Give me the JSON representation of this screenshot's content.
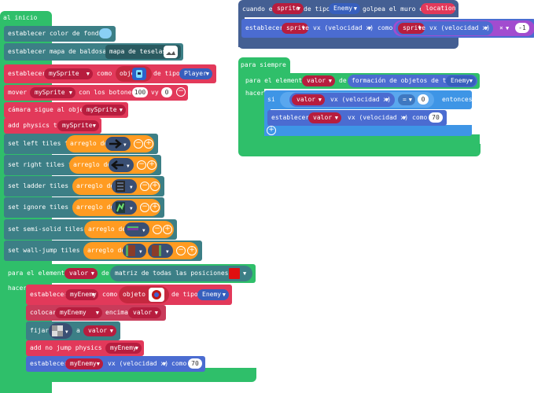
{
  "on_start": {
    "hat_label": "al inicio",
    "set_bg_color": "establecer color de fondo a",
    "set_tilemap": "establecer mapa de baldosas a",
    "tilemap_label": "mapa de teselas",
    "set_sprite": "establecer",
    "sprite_var": "mySprite",
    "como": "como",
    "sprite_label": "objeto",
    "de_tipo": "de tipo",
    "kind_player": "Player",
    "move_label": "mover",
    "move_var": "mySprite",
    "move_buttons": "con los botones vx",
    "vx_value": "100",
    "vy_label": "vy",
    "vy_value": "0",
    "camera_label": "cámara sigue al objeto",
    "camera_var": "mySprite",
    "physics_label": "add physics to",
    "physics_var": "mySprite",
    "left_tiles": "set left tiles to",
    "right_tiles": "set right tiles to",
    "ladder_tiles": "set ladder tiles to",
    "ignore_tiles": "set ignore tiles to",
    "semi_tiles": "set semi-solid tiles to",
    "wall_tiles": "set wall-jump tiles to",
    "array_label": "arreglo de",
    "for_element": "para el elemento",
    "for_var": "valor",
    "de": "de",
    "all_positions": "matriz de todas las posiciones de",
    "do_label": "hacer",
    "set_enemy": "establecer",
    "enemy_var": "myEnemy",
    "kind_enemy": "Enemy",
    "place_label": "colocar",
    "place_var": "myEnemy",
    "on_top": "encima de",
    "place_value": "valor",
    "fix_label": "fijar",
    "fix_a": "a",
    "fix_value": "valor",
    "nojump_label": "add no jump physics to",
    "nojump_var": "myEnemy",
    "set_vx_label": "establecer",
    "set_vx_var": "myEnemy",
    "vx_prop": "vx (velocidad x)",
    "to_label": "como",
    "set_vx_value": "70"
  },
  "on_wall": {
    "hat_when": "cuando el",
    "hat_sprite": "sprite",
    "hat_kind": "de tipo",
    "hat_enemy": "Enemy",
    "hat_hits": "golpea el muro en",
    "hat_location": "location",
    "set_label": "establecer",
    "set_sprite": "sprite",
    "set_prop": "vx (velocidad x)",
    "as_label": "como",
    "get_sprite": "sprite",
    "get_prop": "vx (velocidad x)",
    "times": "×",
    "factor": "-1"
  },
  "forever": {
    "hat_label": "para siempre",
    "for_element": "para el elemento",
    "for_var": "valor",
    "de": "de",
    "array_of": "formación de objetos de tipo",
    "kind": "Enemy",
    "do_label": "hacer",
    "if_label": "si",
    "cmp_var": "valor",
    "cmp_prop": "vx (velocidad x)",
    "cmp_op": "=",
    "cmp_value": "0",
    "then_label": "entonces",
    "set_label": "establecer",
    "set_var": "valor",
    "set_prop": "vx (velocidad x)",
    "set_as": "como",
    "set_value": "70"
  },
  "colors": {
    "event_green": "#2fbf6a",
    "scene_teal": "#3c7f86",
    "sprite_red": "#e2395a",
    "array_orange": "#ff9b21",
    "logic_blue": "#3e95e6",
    "math_purple": "#a24ccf"
  }
}
